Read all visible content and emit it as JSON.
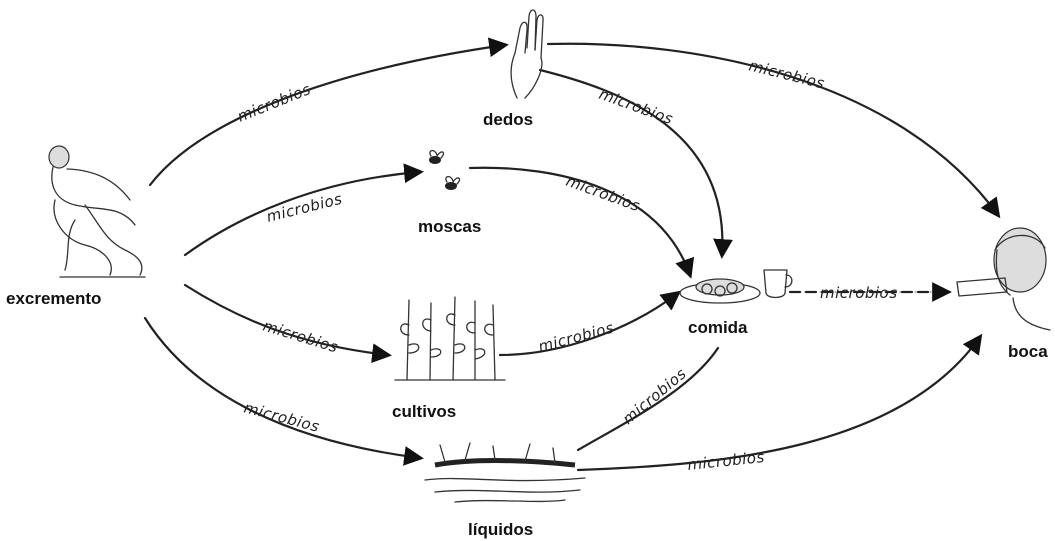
{
  "nodes": {
    "excremento": "excremento",
    "dedos": "dedos",
    "moscas": "moscas",
    "cultivos": "cultivos",
    "liquidos": "líquidos",
    "comida": "comida",
    "boca": "boca"
  },
  "edge_label": "microbios",
  "edges": [
    {
      "id": "excremento-dedos",
      "label": "microbios"
    },
    {
      "id": "dedos-boca",
      "label": "microbios"
    },
    {
      "id": "dedos-comida",
      "label": "microbios"
    },
    {
      "id": "excremento-moscas",
      "label": "microbios"
    },
    {
      "id": "moscas-comida",
      "label": "microbios"
    },
    {
      "id": "excremento-cultivos",
      "label": "microbios"
    },
    {
      "id": "cultivos-comida",
      "label": "microbios"
    },
    {
      "id": "excremento-liquidos",
      "label": "microbios"
    },
    {
      "id": "liquidos-comida",
      "label": "microbios"
    },
    {
      "id": "liquidos-boca",
      "label": "microbios"
    },
    {
      "id": "comida-boca",
      "label": "microbios"
    }
  ],
  "icons": {
    "excremento": "squatting-person-icon",
    "dedos": "hand-icon",
    "moscas": "flies-icon",
    "cultivos": "crops-icon",
    "liquidos": "water-icon",
    "comida": "food-plate-icon",
    "boca": "person-drinking-icon"
  }
}
